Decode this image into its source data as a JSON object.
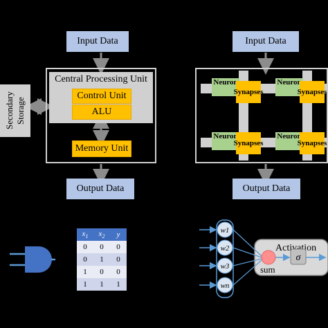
{
  "von_neumann": {
    "input_label": "Input Data",
    "cpu_label": "Central Processing Unit",
    "control_unit_label": "Control Unit",
    "alu_label": "ALU",
    "memory_unit_label": "Memory Unit",
    "secondary_storage_label": "Secondary Storage",
    "output_label": "Output Data"
  },
  "neuromorphic": {
    "input_label": "Input Data",
    "output_label": "Output Data",
    "neuron_label": "Neuron",
    "synapse_label": "Synapses"
  },
  "truth_table": {
    "headers": [
      "x1",
      "x2",
      "y"
    ],
    "rows": [
      [
        "0",
        "0",
        "0"
      ],
      [
        "0",
        "1",
        "0"
      ],
      [
        "1",
        "0",
        "0"
      ],
      [
        "1",
        "1",
        "1"
      ]
    ]
  },
  "perceptron": {
    "weights": [
      "w1",
      "w2",
      "w3",
      "wn"
    ],
    "sum_label": "sum",
    "activation_label": "Activation",
    "sigma_label": "σ"
  },
  "colors": {
    "blue_box": "#b4c6e7",
    "orange_box": "#ffc000",
    "gray_box": "#d0d0d0",
    "green_neuron": "#a9d18e",
    "arrow": "#5b9bd5"
  }
}
